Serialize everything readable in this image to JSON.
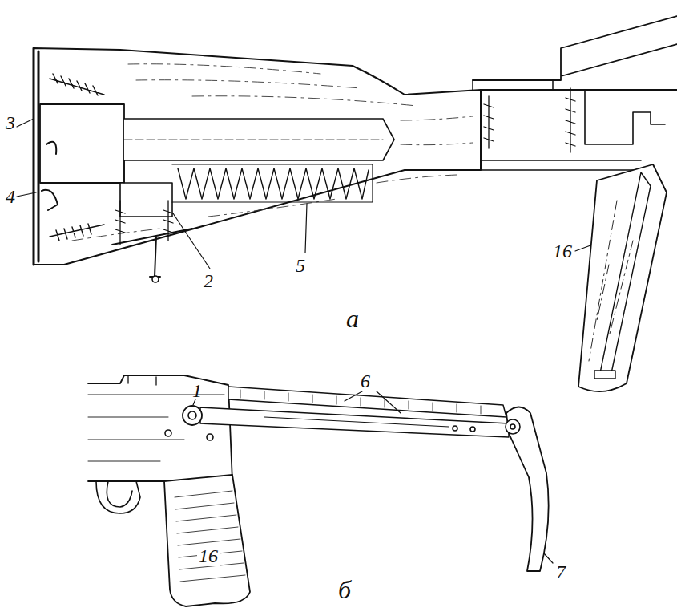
{
  "diagram": {
    "labels": [
      "3",
      "4",
      "2",
      "5",
      "16",
      "а",
      "1",
      "6",
      "16",
      "7",
      "б"
    ]
  }
}
